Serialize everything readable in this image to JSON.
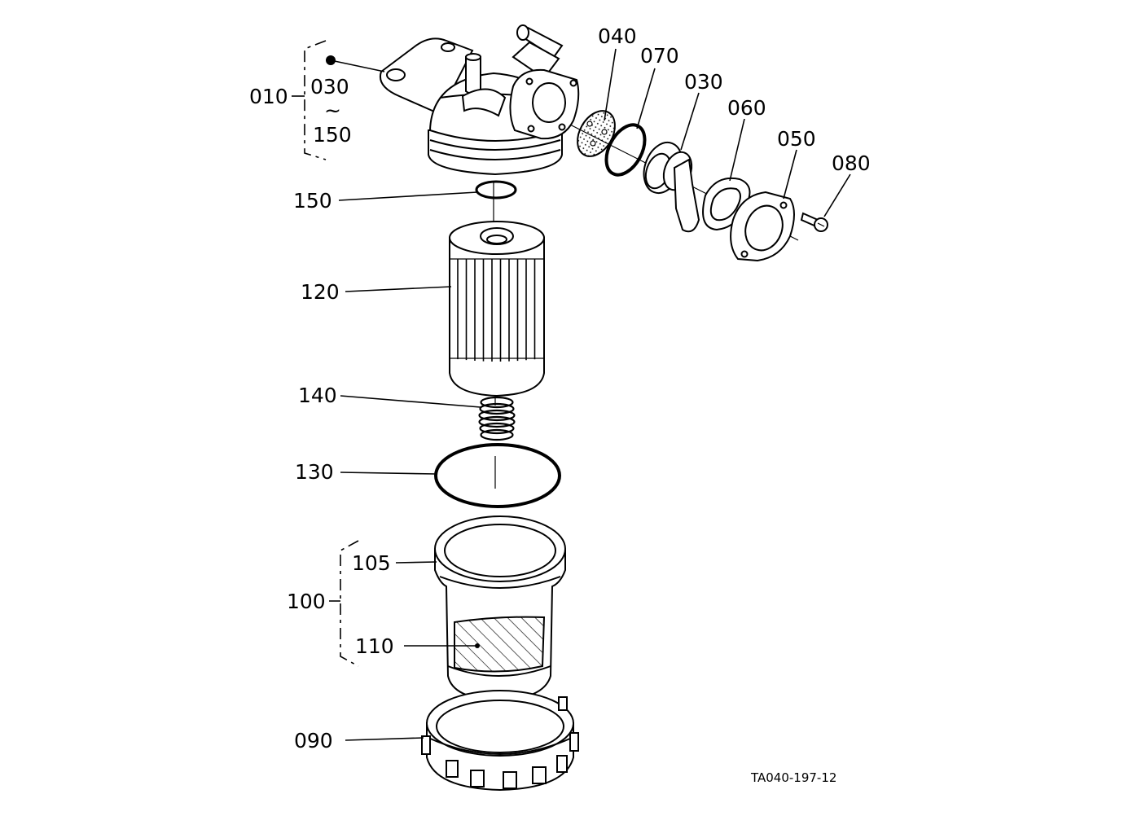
{
  "labels": {
    "p010": "010",
    "p030a": "030",
    "tilde": "~",
    "p150a": "150",
    "p040": "040",
    "p070": "070",
    "p030b": "030",
    "p060": "060",
    "p050": "050",
    "p080": "080",
    "p150b": "150",
    "p120": "120",
    "p140": "140",
    "p130": "130",
    "p105": "105",
    "p100": "100",
    "p110": "110",
    "p090": "090"
  },
  "drawing_ref": "TA040-197-12"
}
